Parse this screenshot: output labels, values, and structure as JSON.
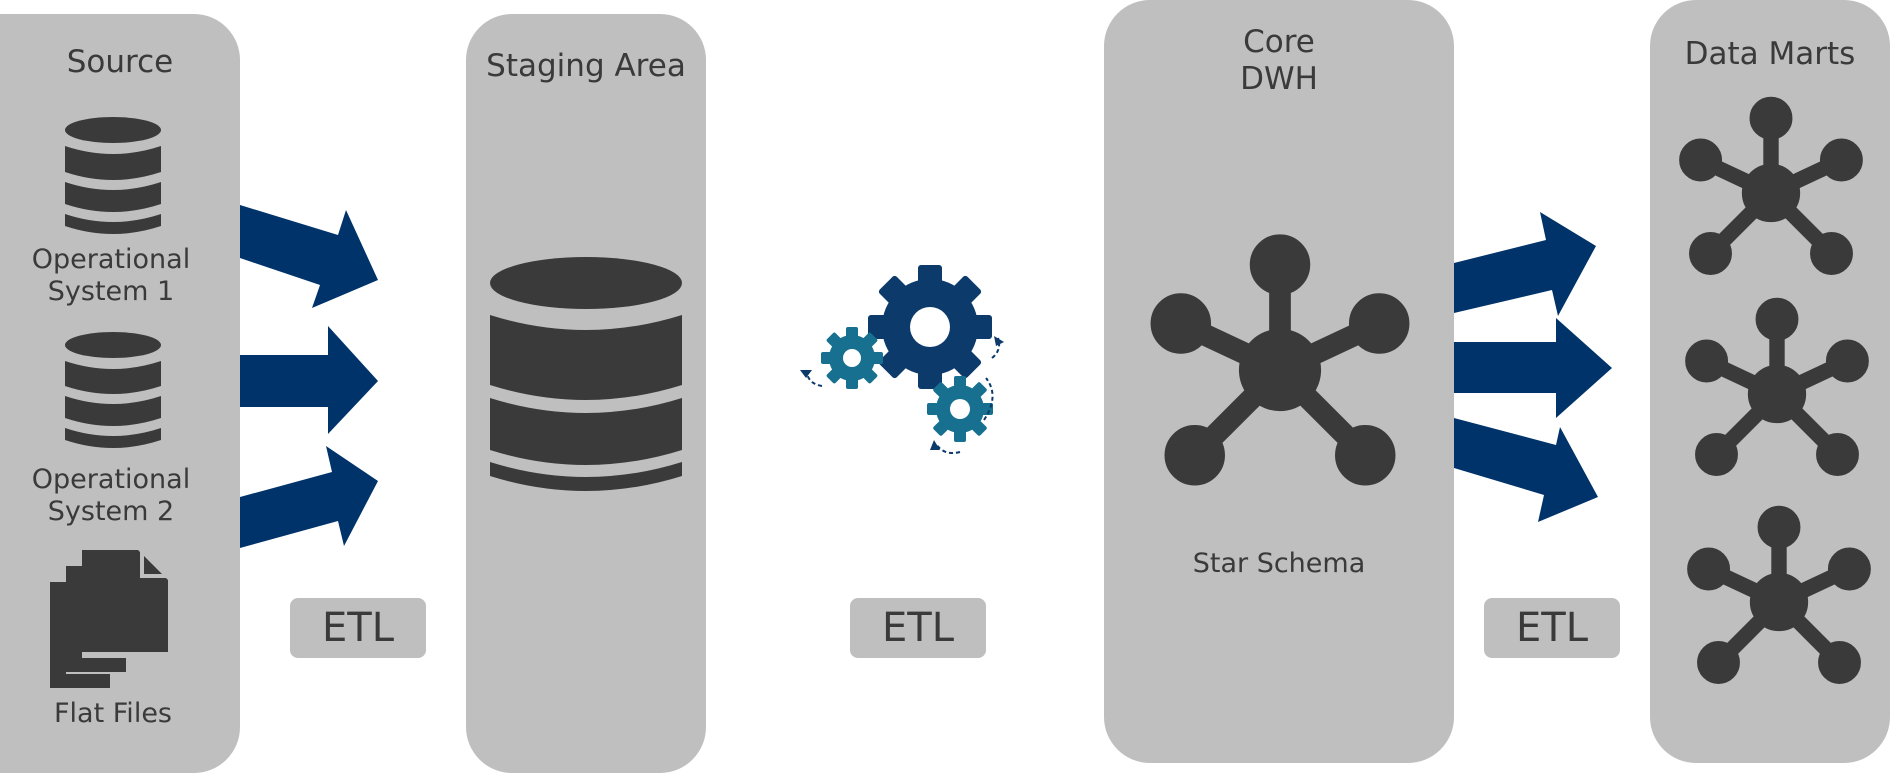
{
  "colors": {
    "panel": "#bfbfbf",
    "icon": "#3a3a3a",
    "arrow": "#00336a",
    "gear_dark": "#0b3a6b",
    "gear_teal": "#17708f"
  },
  "source": {
    "title": "Source",
    "items": [
      {
        "label_line1": "Operational",
        "label_line2": "System 1",
        "icon": "database-icon"
      },
      {
        "label_line1": "Operational",
        "label_line2": "System 2",
        "icon": "database-icon"
      },
      {
        "label_line1": "Flat Files",
        "icon": "files-icon"
      }
    ]
  },
  "staging": {
    "title": "Staging Area",
    "icon": "database-icon"
  },
  "core": {
    "title_line1": "Core",
    "title_line2": "DWH",
    "schema_label": "Star Schema",
    "icon": "star-schema-icon"
  },
  "marts": {
    "title": "Data Marts",
    "icon": "star-schema-icon"
  },
  "etl_labels": [
    "ETL",
    "ETL",
    "ETL"
  ],
  "transform_icon": "gears-icon"
}
